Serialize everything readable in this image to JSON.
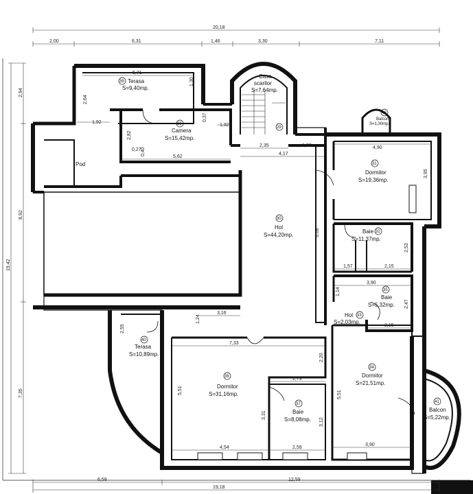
{
  "title": "",
  "top_dimensions": {
    "total": "20,18",
    "segments": [
      "2,00",
      "6,31",
      "1,46",
      "3,30",
      "7,11"
    ]
  },
  "bottom_dimensions": {
    "segments": [
      "6,59",
      "12,59"
    ],
    "total": "19,18"
  },
  "left_dimensions": {
    "total": "19,42",
    "upper": "8,92",
    "lower": "7,35",
    "top": "2,94"
  },
  "rooms": {
    "terasa_39": {
      "num": "39",
      "name": "Terasa",
      "area": "S=9,40mp."
    },
    "casa_scarilor": {
      "line1": "Casa",
      "line2": "scarilor",
      "area": "S=7,64mp.",
      "num": "29"
    },
    "balcon_42": {
      "num": "42",
      "name": "Balcon",
      "area": "S=1,30mp."
    },
    "camera_38": {
      "num": "38",
      "name": "Camera",
      "area": "S=15,42mp."
    },
    "pod": {
      "name": "Pod"
    },
    "dormitor_31": {
      "num": "31",
      "name": "Dormitor",
      "area": "S=19,36mp."
    },
    "hol_30": {
      "num": "30",
      "name": "Hol",
      "area": "S=44,20mp."
    },
    "baie_32": {
      "name": "Baie",
      "num": "32",
      "area": "S=11,37mp."
    },
    "baie_35": {
      "num": "35",
      "name": "Baie",
      "area": "S=5,32mp."
    },
    "hol_33": {
      "name": "Hol",
      "num": "33",
      "area": "S=2,03mp."
    },
    "terasa_40": {
      "num": "40",
      "name": "Terasa",
      "area": "S=10,89mp."
    },
    "dormitor_36": {
      "num": "36",
      "name": "Dormitor",
      "area": "S=31,16mp."
    },
    "baie_37": {
      "num": "37",
      "name": "Baie",
      "area": "S=8,08mp."
    },
    "dormitor_34": {
      "num": "34",
      "name": "Dormitor",
      "area": "S=21,51mp."
    },
    "balcon_41": {
      "num": "41",
      "name": "Balcon",
      "area": "S=5,22mp."
    }
  },
  "inner_dimensions": {
    "terasa_width": "5,71",
    "terasa_height": "1,30",
    "terasa_left": "2,64",
    "pod_top": "1,92",
    "camera_right": "1,92",
    "camera_small": "0,37",
    "camera_left": "2,82",
    "camera_a": "0,27",
    "camera_b": "0,40",
    "camera_width": "5,62",
    "hall_235": "2,35",
    "hall_182": "1,82",
    "hall_417": "4,17",
    "hall_height": "9,68",
    "dorm31_width": "4,90",
    "dorm31_height": "3,95",
    "baie32_h": "2,53",
    "baie32_a": "1,57",
    "baie32_b": "2,15",
    "baie35_w": "3,90",
    "baie35_a": "1,14",
    "baie35_h": "2,47",
    "baie35_b": "2,15",
    "terasa40_h": "2,55",
    "terasa40_a": "1,24",
    "terasa40_b": "3,16",
    "dorm36_w": "7,33",
    "dorm36_h": "2,20",
    "dorm36_left": "5,51",
    "baie37_w": "2,79",
    "baie37_left": "3,31",
    "baie37_right": "3,12",
    "dorm36_bottom": "4,54",
    "baie37_bottom": "2,59",
    "dorm34_left": "5,51",
    "dorm34_bottom": "3,90"
  }
}
